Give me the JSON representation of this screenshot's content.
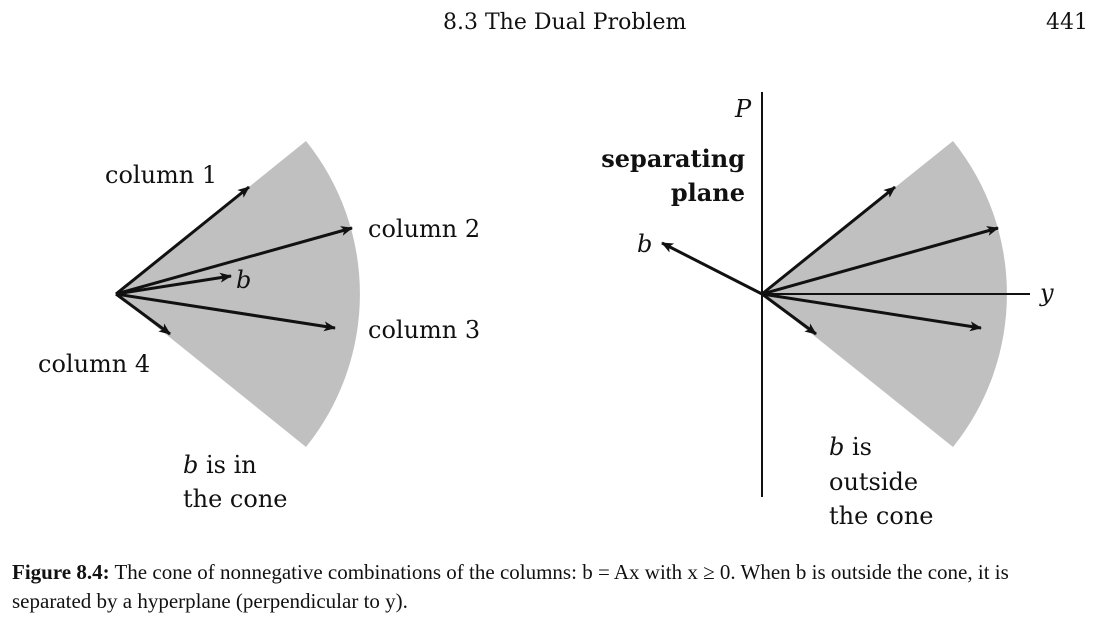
{
  "header": {
    "section_title": "8.3  The Dual Problem",
    "page_number": "441"
  },
  "left_figure": {
    "column1": "column 1",
    "column2": "column 2",
    "column3": "column 3",
    "column4": "column 4",
    "vector_b": "b",
    "note_line1_var": "b",
    "note_line1_rest": " is in",
    "note_line2": "the cone"
  },
  "right_figure": {
    "plane_label": "P",
    "separating_line1": "separating",
    "separating_line2": "plane",
    "vector_b": "b",
    "axis_y": "y",
    "note_line1_var": "b",
    "note_line1_rest": " is",
    "note_line2": "outside",
    "note_line3": "the cone"
  },
  "caption": {
    "label": "Figure 8.4:",
    "text": " The cone of nonnegative combinations of the columns: b = Ax with x ≥ 0. When b is outside the cone, it is separated by a hyperplane (perpendicular to y)."
  },
  "colors": {
    "cone_fill": "#c0c0c0",
    "ink": "#111111"
  }
}
